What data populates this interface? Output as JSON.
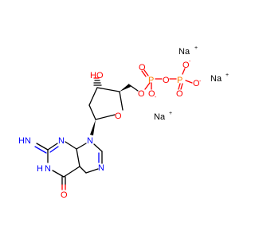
{
  "colors": {
    "carbon": "#000000",
    "oxygen": "#ff0000",
    "nitrogen": "#0000ff",
    "phosphorus": "#ff8000",
    "sodium": "#000000",
    "background": "#ffffff"
  },
  "atoms": {
    "na1": "Na",
    "na1_charge": "+",
    "na2": "Na",
    "na2_charge": "+",
    "na3": "Na",
    "na3_charge": "+",
    "ho": "HO",
    "o_ring": "O",
    "o_ester": "O",
    "p1": "P",
    "o_p1_double": "O",
    "o_p1_minus": "O",
    "o_p1_minus_charge": "-",
    "o_bridge": "O",
    "p2": "P",
    "o_p2_minus_top": "O",
    "o_p2_minus_top_charge": "-",
    "o_p2_double": "O",
    "o_p2_minus_right": "O",
    "o_p2_minus_right_charge": "-",
    "n9": "N",
    "n3": "N",
    "n7": "N",
    "hn": "HN",
    "nh": "H",
    "nh_n": "N",
    "o_carbonyl": "O",
    "h_chiral": "H"
  }
}
